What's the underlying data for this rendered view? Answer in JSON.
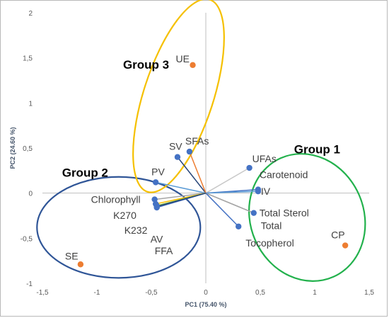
{
  "chart_data": {
    "type": "scatter",
    "xlabel": "PC1 (75.40 %)",
    "ylabel": "PC2 (24.60 %)",
    "xlim": [
      -1.5,
      1.5
    ],
    "ylim": [
      -1,
      2
    ],
    "x_ticks": [
      "-1,5",
      "-1",
      "-0,5",
      "0",
      "0,5",
      "1",
      "1,5"
    ],
    "y_ticks": [
      "-1",
      "-0,5",
      "0",
      "0,5",
      "1",
      "1,5",
      "2"
    ],
    "grid": false,
    "colors": {
      "variable": "#4472c4",
      "sample": "#ed7d31"
    },
    "variables": [
      {
        "name": "UFAs",
        "x": 0.4,
        "y": 0.28,
        "line_color": "#c8c8c8"
      },
      {
        "name": "Carotenoid",
        "x": 0.48,
        "y": 0.04,
        "line_color": "#4472c4"
      },
      {
        "name": "IV",
        "x": 0.48,
        "y": 0.02,
        "line_color": "#5b9bd5"
      },
      {
        "name": "Total Sterol",
        "x": 0.44,
        "y": -0.22,
        "line_color": "#a5a5a5"
      },
      {
        "name": "Total",
        "x": 0.44,
        "y": -0.22,
        "line_color": "#a5a5a5"
      },
      {
        "name": "Tocopherol",
        "x": 0.3,
        "y": -0.37,
        "line_color": "#4472c4"
      },
      {
        "name": "SV",
        "x": -0.26,
        "y": 0.4,
        "line_color": "#264478"
      },
      {
        "name": "SFAs",
        "x": -0.15,
        "y": 0.46,
        "line_color": "#ed7d31"
      },
      {
        "name": "PV",
        "x": -0.46,
        "y": 0.12,
        "line_color": "#5b9bd5"
      },
      {
        "name": "Chlorophyll",
        "x": -0.47,
        "y": -0.07,
        "line_color": "#a5a5a5"
      },
      {
        "name": "K270",
        "x": -0.46,
        "y": -0.12,
        "line_color": "#ffc000"
      },
      {
        "name": "K232",
        "x": -0.45,
        "y": -0.16,
        "line_color": "#4472c4"
      },
      {
        "name": "AV",
        "x": -0.45,
        "y": -0.14,
        "line_color": "#70ad47"
      },
      {
        "name": "FFA",
        "x": -0.45,
        "y": -0.15,
        "line_color": "#264478"
      }
    ],
    "samples": [
      {
        "name": "UE",
        "x": -0.12,
        "y": 1.42
      },
      {
        "name": "CP",
        "x": 1.28,
        "y": -0.58
      },
      {
        "name": "SE",
        "x": -1.15,
        "y": -0.79
      }
    ],
    "groups": [
      {
        "name": "Group 1",
        "color": "#22b14c",
        "members": [
          "UFAs",
          "Carotenoid",
          "IV",
          "Total Sterol",
          "Tocopherol",
          "CP"
        ]
      },
      {
        "name": "Group 2",
        "color": "#2f5597",
        "members": [
          "PV",
          "Chlorophyll",
          "K270",
          "K232",
          "AV",
          "FFA",
          "SE"
        ]
      },
      {
        "name": "Group 3",
        "color": "#f5c000",
        "members": [
          "UE",
          "SV",
          "SFAs"
        ]
      }
    ]
  }
}
